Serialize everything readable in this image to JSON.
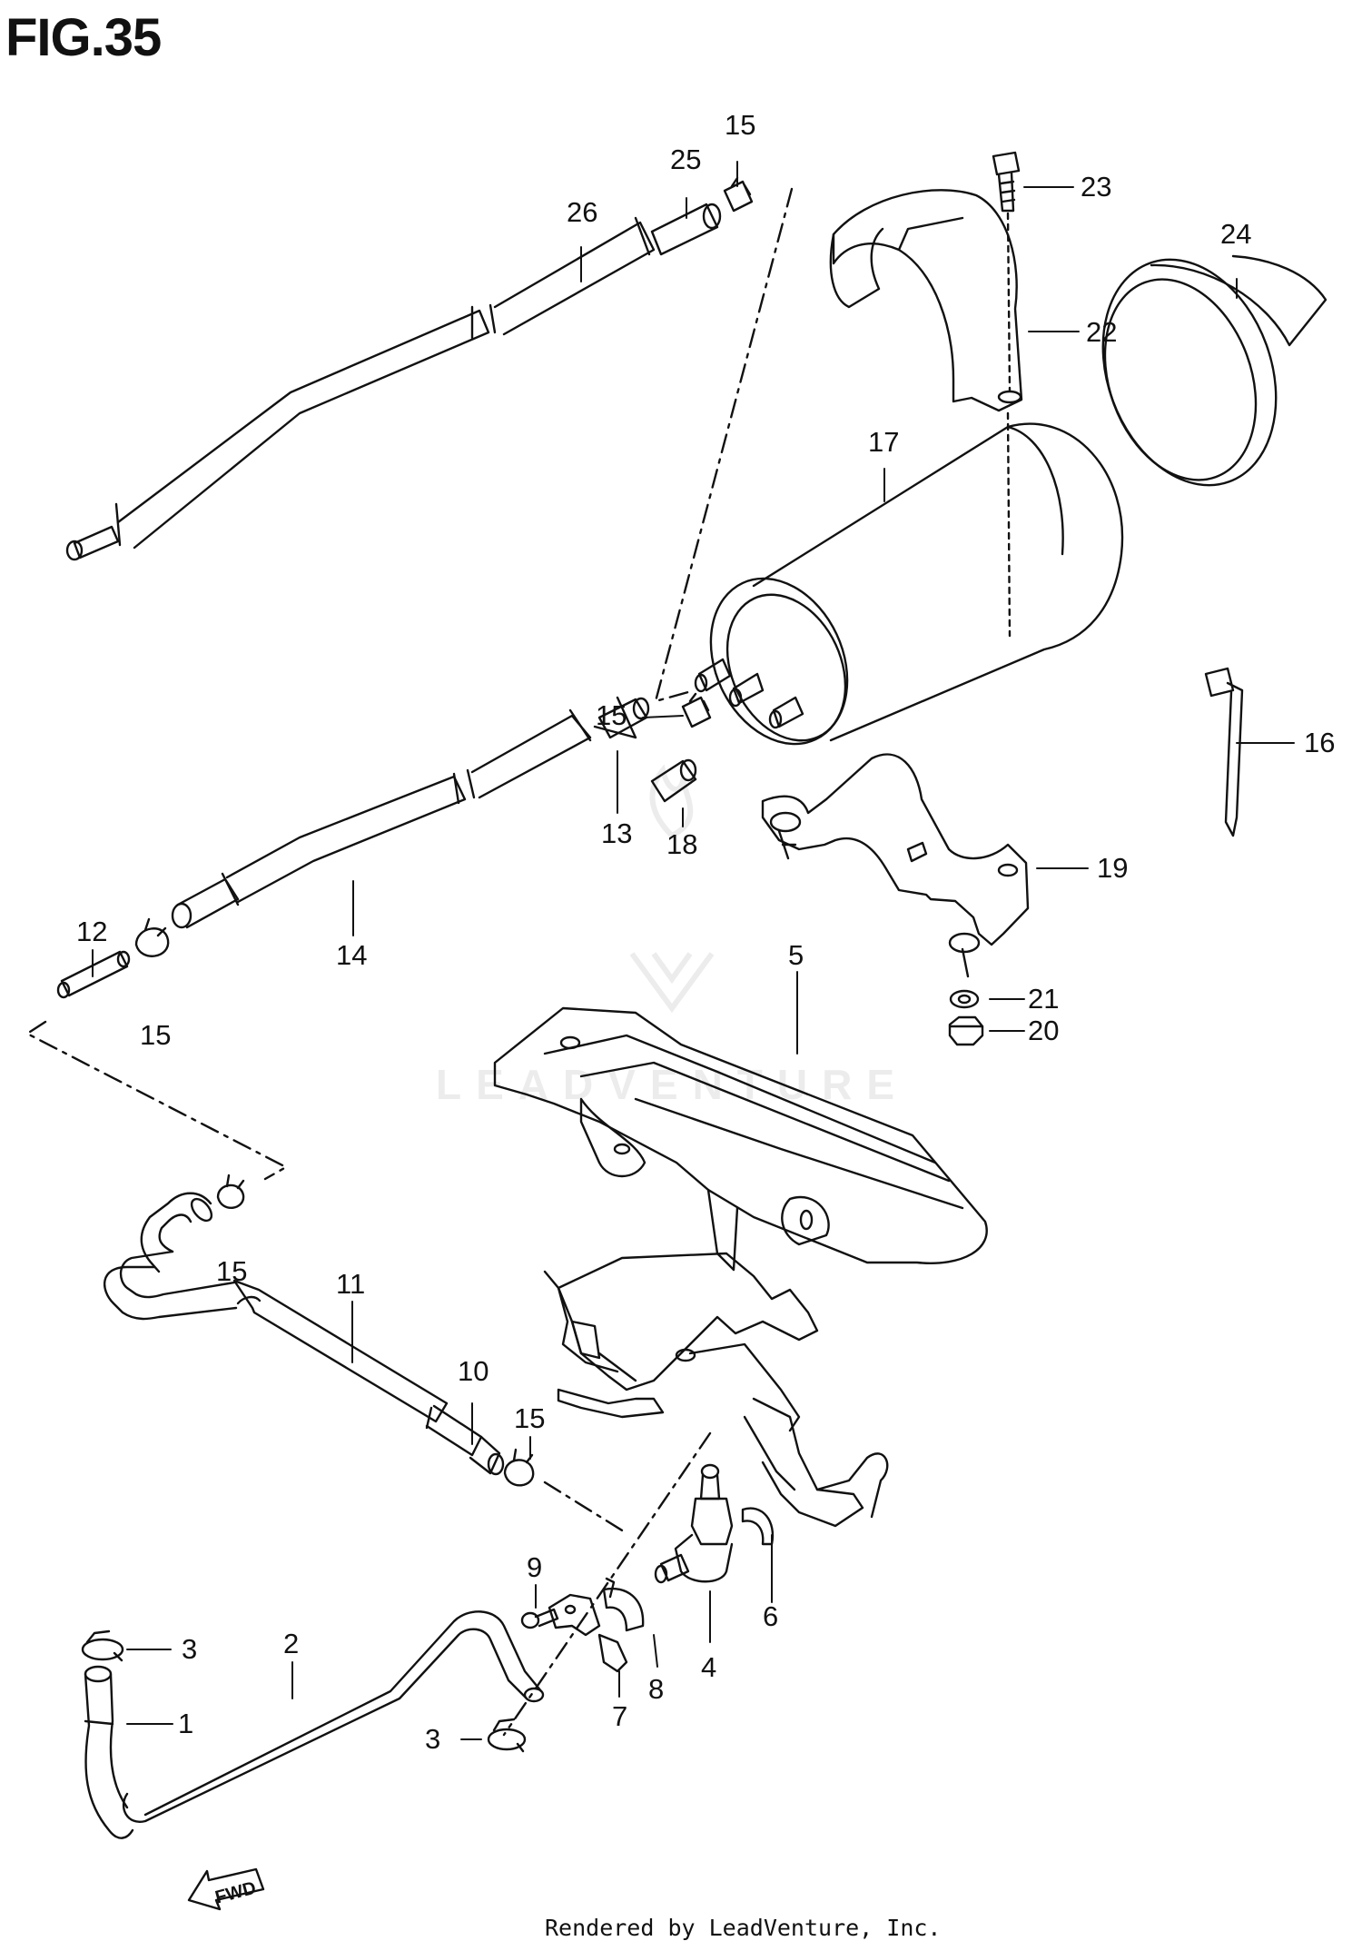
{
  "figure": {
    "title": "FIG.35"
  },
  "footer": {
    "text": "Rendered by LeadVenture, Inc."
  },
  "watermark": {
    "text": "LEADVENTURE"
  },
  "fwd_badge": {
    "text": "FWD"
  },
  "colors": {
    "line": "#111111",
    "background": "#ffffff",
    "watermark": "#ececec"
  },
  "callouts": [
    {
      "id": "c-15-top",
      "part": "15"
    },
    {
      "id": "c-25",
      "part": "25"
    },
    {
      "id": "c-26",
      "part": "26"
    },
    {
      "id": "c-23",
      "part": "23"
    },
    {
      "id": "c-24",
      "part": "24"
    },
    {
      "id": "c-22",
      "part": "22"
    },
    {
      "id": "c-17",
      "part": "17"
    },
    {
      "id": "c-16",
      "part": "16"
    },
    {
      "id": "c-15-mid",
      "part": "15"
    },
    {
      "id": "c-13",
      "part": "13"
    },
    {
      "id": "c-18",
      "part": "18"
    },
    {
      "id": "c-19",
      "part": "19"
    },
    {
      "id": "c-12",
      "part": "12"
    },
    {
      "id": "c-14",
      "part": "14"
    },
    {
      "id": "c-15-left",
      "part": "15"
    },
    {
      "id": "c-21",
      "part": "21"
    },
    {
      "id": "c-20",
      "part": "20"
    },
    {
      "id": "c-5",
      "part": "5"
    },
    {
      "id": "c-15-low",
      "part": "15"
    },
    {
      "id": "c-11",
      "part": "11"
    },
    {
      "id": "c-10",
      "part": "10"
    },
    {
      "id": "c-15-bottom",
      "part": "15"
    },
    {
      "id": "c-9",
      "part": "9"
    },
    {
      "id": "c-6",
      "part": "6"
    },
    {
      "id": "c-3-upper",
      "part": "3"
    },
    {
      "id": "c-2",
      "part": "2"
    },
    {
      "id": "c-4",
      "part": "4"
    },
    {
      "id": "c-8",
      "part": "8"
    },
    {
      "id": "c-1",
      "part": "1"
    },
    {
      "id": "c-3-lower",
      "part": "3"
    },
    {
      "id": "c-7",
      "part": "7"
    }
  ]
}
